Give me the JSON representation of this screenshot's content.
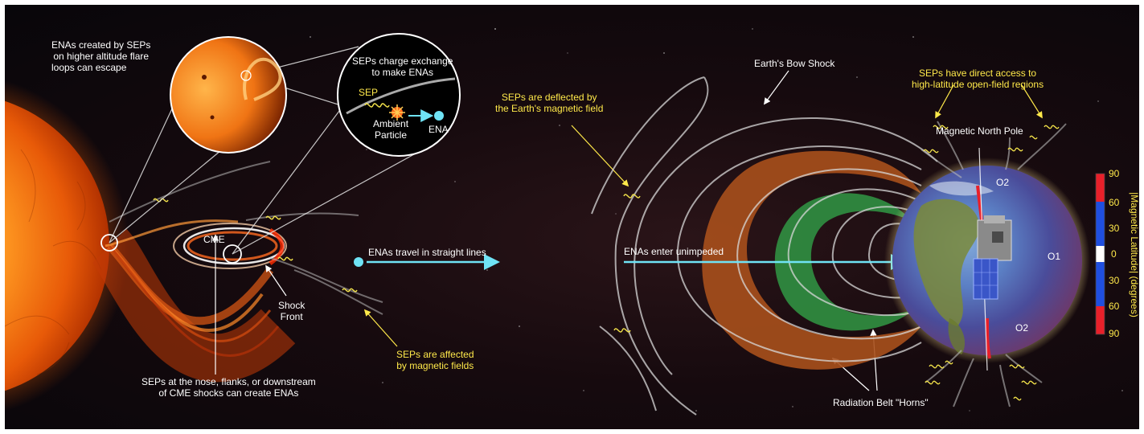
{
  "labels": {
    "enas_flare_loops": [
      "ENAs created by SEPs",
      "on higher altitude flare",
      "loops can escape"
    ],
    "seps_charge_exchange": [
      "SEPs charge exchange",
      "to make ENAs"
    ],
    "sep": "SEP",
    "ambient_particle": [
      "Ambient",
      "Particle"
    ],
    "ena": "ENA",
    "cme": "CME",
    "shock_front": [
      "Shock",
      "Front"
    ],
    "seps_at_nose": [
      "SEPs at the nose, flanks, or downstream",
      "of CME shocks can create ENAs"
    ],
    "enas_travel": "ENAs travel in straight lines",
    "seps_affected": [
      "SEPs are affected",
      "by magnetic fields"
    ],
    "seps_deflected": [
      "SEPs are deflected by",
      "the Earth's magnetic field"
    ],
    "bow_shock": "Earth's Bow Shock",
    "enas_enter": "ENAs enter unimpeded",
    "radiation_belt": "Radiation Belt \"Horns\"",
    "seps_direct_access": [
      "SEPs have direct access to",
      "high-latitude open-field regions"
    ],
    "magnetic_north_pole": "Magnetic North Pole",
    "o2_top": "O2",
    "o1": "O1",
    "o2_bottom": "O2"
  },
  "colorbar": {
    "title": "|Magnetic Latitude| (degrees)",
    "ticks": [
      "90",
      "60",
      "30",
      "0",
      "30",
      "60",
      "90"
    ],
    "colors": {
      "high": "#e8202a",
      "mid": "#1f4fe0",
      "low": "#ffffff"
    }
  },
  "colors": {
    "sun": "#ff8a1a",
    "ena": "#6fe3f5",
    "sep_helix": "#f2e24a",
    "annotation_yellow": "#ffe94a",
    "outer_belt": "#b5541a",
    "inner_belt": "#2f8a3f"
  }
}
